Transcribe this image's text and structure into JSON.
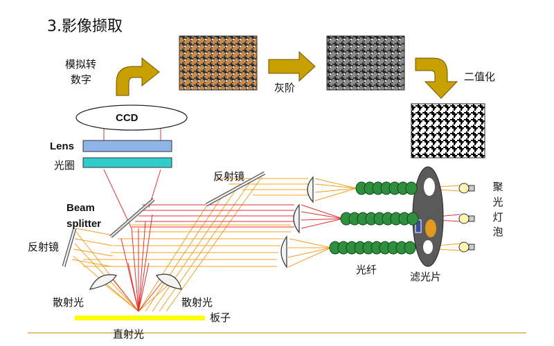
{
  "title": "3.影像撷取",
  "top_flow": {
    "convert_label_line1": "模拟转",
    "convert_label_line2": "数字",
    "gray_label": "灰阶",
    "binary_label": "二值化"
  },
  "optics": {
    "ccd_label": "CCD",
    "lens_label": "Lens",
    "aperture_label": "光圈",
    "beam_splitter_line1": "Beam",
    "beam_splitter_line2": "splitter",
    "mirror_left_label": "反射镜",
    "mirror_right_label": "反射镜",
    "scatter_left_label": "散射光",
    "scatter_right_label": "散射光",
    "direct_light_label": "直射光",
    "board_label": "板子",
    "fiber_label": "光纤",
    "filter_label": "滤光片",
    "bulb_label": "聚光灯泡"
  },
  "colors": {
    "arrow_fill": "#c8a000",
    "lens_fill": "#8fb4e8",
    "aperture_fill": "#33cccc",
    "board_fill": "#ffff00",
    "fiber_fill": "#2f8f3f",
    "light_ray": "#f0a020",
    "red_ray": "#e03030",
    "filter_disk": "#555555",
    "floor_line": "#d8b040"
  }
}
